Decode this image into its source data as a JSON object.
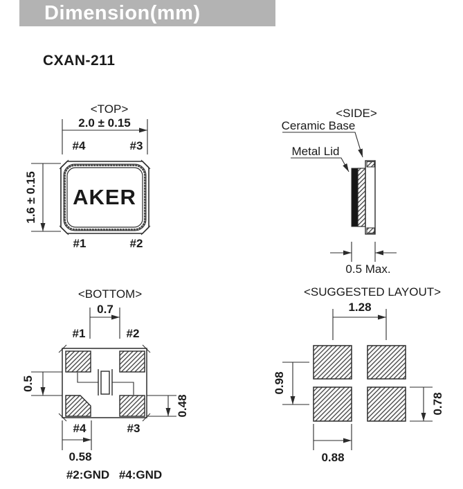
{
  "header": {
    "title": "Dimension(mm)",
    "bg_color": "#b3b3b3",
    "text_color": "#ffffff"
  },
  "part_number": "CXAN-211",
  "views": {
    "top": {
      "label": "<TOP>",
      "width_dim": "2.0 ± 0.15",
      "height_dim": "1.6 ± 0.15",
      "marking": "AKER",
      "pin_top_left": "#4",
      "pin_top_right": "#3",
      "pin_bottom_left": "#1",
      "pin_bottom_right": "#2"
    },
    "side": {
      "label": "<SIDE>",
      "callout_ceramic": "Ceramic Base",
      "callout_lid": "Metal Lid",
      "thickness_dim": "0.5 Max."
    },
    "bottom": {
      "label": "<BOTTOM>",
      "pad_gap_dim": "0.7",
      "pad_vgap_dim": "0.5",
      "pad_height_dim": "0.48",
      "pad_width_dim": "0.58",
      "pin_top_left": "#1",
      "pin_top_right": "#2",
      "pin_bottom_left": "#4",
      "pin_bottom_right": "#3",
      "gnd_note_1": "#2:GND",
      "gnd_note_2": "#4:GND"
    },
    "layout": {
      "label": "<SUGGESTED LAYOUT>",
      "pitch_x_dim": "1.28",
      "pitch_y_dim": "0.98",
      "pad_height_dim": "0.78",
      "pad_width_dim": "0.88"
    }
  }
}
